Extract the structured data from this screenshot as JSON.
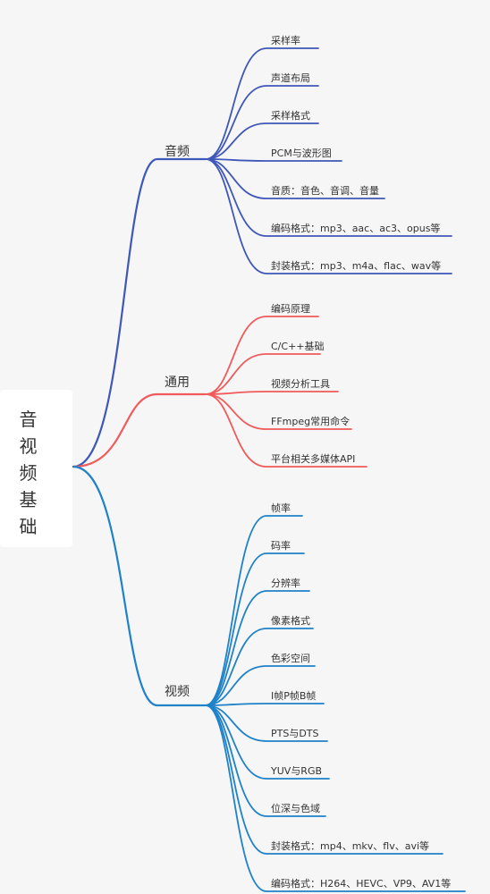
{
  "root": {
    "title": "音视频基础"
  },
  "branches": [
    {
      "label": "音频",
      "color": "#3f57b8",
      "items": [
        "采样率",
        "声道布局",
        "采样格式",
        "PCM与波形图",
        "音质：音色、音调、音量",
        "编码格式：mp3、aac、ac3、opus等",
        "封装格式：mp3、m4a、flac、wav等"
      ]
    },
    {
      "label": "通用",
      "color": "#f05a5a",
      "items": [
        "编码原理",
        "C/C++基础",
        "视频分析工具",
        "FFmpeg常用命令",
        "平台相关多媒体API"
      ]
    },
    {
      "label": "视频",
      "color": "#1f82c8",
      "items": [
        "帧率",
        "码率",
        "分辨率",
        "像素格式",
        "色彩空间",
        "I帧P帧B帧",
        "PTS与DTS",
        "YUV与RGB",
        "位深与色域",
        "封装格式：mp4、mkv、flv、avi等",
        "编码格式：H264、HEVC、VP9、AV1等"
      ]
    }
  ]
}
